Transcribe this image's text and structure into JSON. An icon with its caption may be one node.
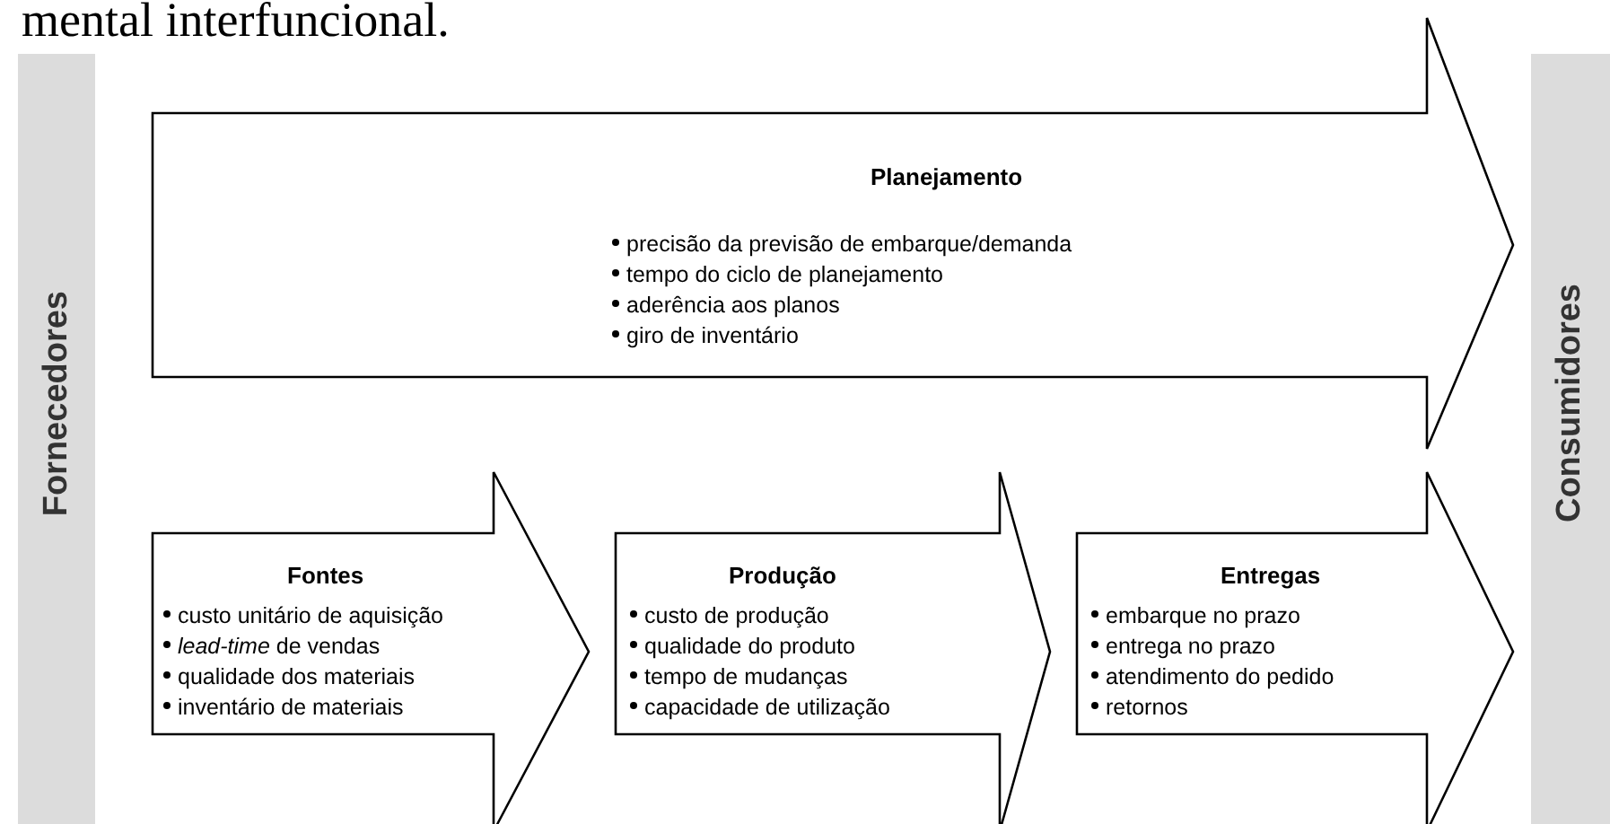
{
  "diagram": {
    "nodes": [
      {
        "text": [
          "Fornecedores"
        ]
      },
      {
        "text": [
          "Planejamento",
          "precisão da previsão de embarque/demanda",
          "tempo do ciclo de planejamento",
          "aderência aos planos",
          "giro de inventário"
        ]
      },
      {
        "text": [
          "Fontes",
          "custo unitário de aquisição",
          "*lead-time* de vendas",
          "qualidade dos materiais",
          "inventário de materiais"
        ]
      },
      {
        "text": [
          "Produção",
          "custo de produção",
          "qualidade do produto",
          "tempo de mudanças",
          "capacidade de utilização"
        ]
      },
      {
        "text": [
          "Entregas",
          "embarque no prazo",
          "entrega no prazo",
          "atendimento do pedido",
          "retornos"
        ]
      },
      {
        "text": [
          "Consumidores"
        ]
      }
    ],
    "edges": [],
    "labels": [
      "mental interfuncional."
    ]
  }
}
